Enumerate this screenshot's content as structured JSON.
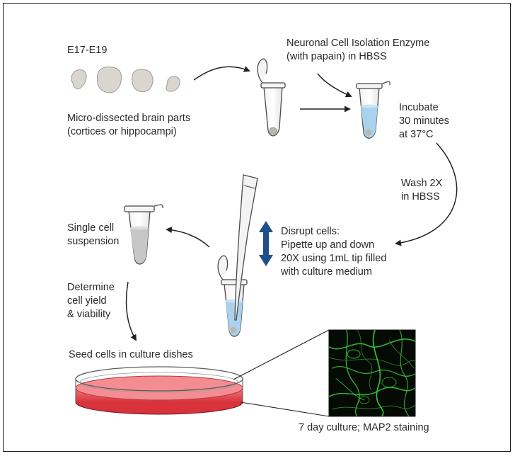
{
  "labels": {
    "age": "E17-E19",
    "brain_line1": "Micro-dissected brain parts",
    "brain_line2": "(cortices or hippocampi)",
    "enzyme_line1": "Neuronal Cell Isolation Enzyme",
    "enzyme_line2": "(with papain) in HBSS",
    "incubate_line1": "Incubate",
    "incubate_line2": "30 minutes",
    "incubate_line3": "at 37°C",
    "wash_line1": "Wash 2X",
    "wash_line2": "in HBSS",
    "disrupt_line1": "Disrupt cells:",
    "disrupt_line2": "Pipette up and down",
    "disrupt_line3": "20X using 1mL tip filled",
    "disrupt_line4": "with culture medium",
    "single_line1": "Single cell",
    "single_line2": "suspension",
    "yield_line1": "Determine",
    "yield_line2": "cell yield",
    "yield_line3": "& viability",
    "seed": "Seed cells in culture dishes",
    "culture_caption": "7 day culture; MAP2 staining"
  },
  "colors": {
    "frame": "#1a1a1a",
    "arrow": "#222222",
    "tube_outline": "#4a4a4a",
    "enzyme_fluid": "#a9d2ee",
    "suspension_fluid": "#c7c7c7",
    "pellet": "#bdb6ac",
    "tissue": "#d9d6d0",
    "pipette_arrow": "#1f4f8a",
    "dish_medium": "#e2474f",
    "stain_green": "#3cd23c"
  }
}
